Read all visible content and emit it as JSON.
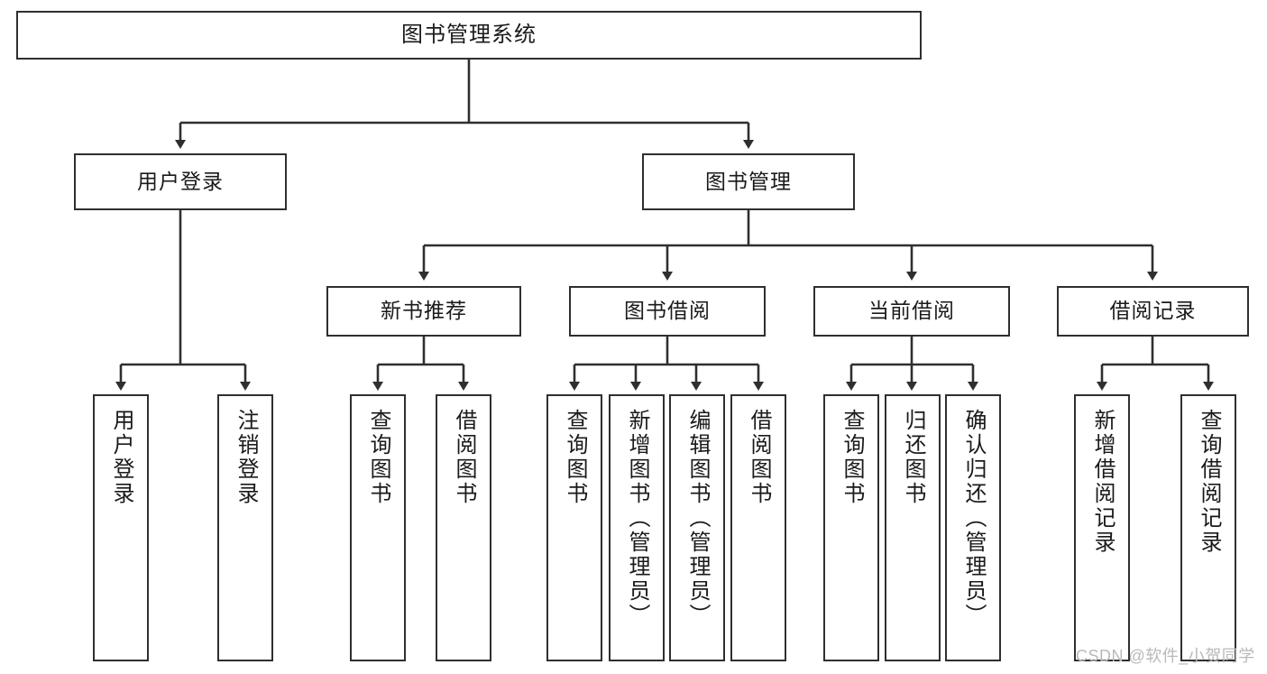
{
  "diagram": {
    "type": "hierarchy-tree",
    "title": "图书管理系统",
    "root": {
      "label": "图书管理系统"
    },
    "level2": [
      {
        "label": "用户登录"
      },
      {
        "label": "图书管理"
      }
    ],
    "level3": [
      {
        "label": "新书推荐"
      },
      {
        "label": "图书借阅"
      },
      {
        "label": "当前借阅"
      },
      {
        "label": "借阅记录"
      }
    ],
    "leaves": {
      "user_login": [
        {
          "label": "用户登录"
        },
        {
          "label": "注销登录"
        }
      ],
      "new_book_recommend": [
        {
          "label": "查询图书"
        },
        {
          "label": "借阅图书"
        }
      ],
      "book_borrow": [
        {
          "label": "查询图书"
        },
        {
          "label": "新增图书（管理员）"
        },
        {
          "label": "编辑图书（管理员）"
        },
        {
          "label": "借阅图书"
        }
      ],
      "current_borrow": [
        {
          "label": "查询图书"
        },
        {
          "label": "归还图书"
        },
        {
          "label": "确认归还（管理员）"
        }
      ],
      "borrow_record": [
        {
          "label": "新增借阅记录"
        },
        {
          "label": "查询借阅记录"
        }
      ]
    }
  },
  "watermark": {
    "text": "CSDN @软件_小贺同学"
  },
  "colors": {
    "stroke": "#2f2f2f",
    "background": "#ffffff",
    "text": "#1a1a1a",
    "watermark": "#b9b9b9"
  }
}
